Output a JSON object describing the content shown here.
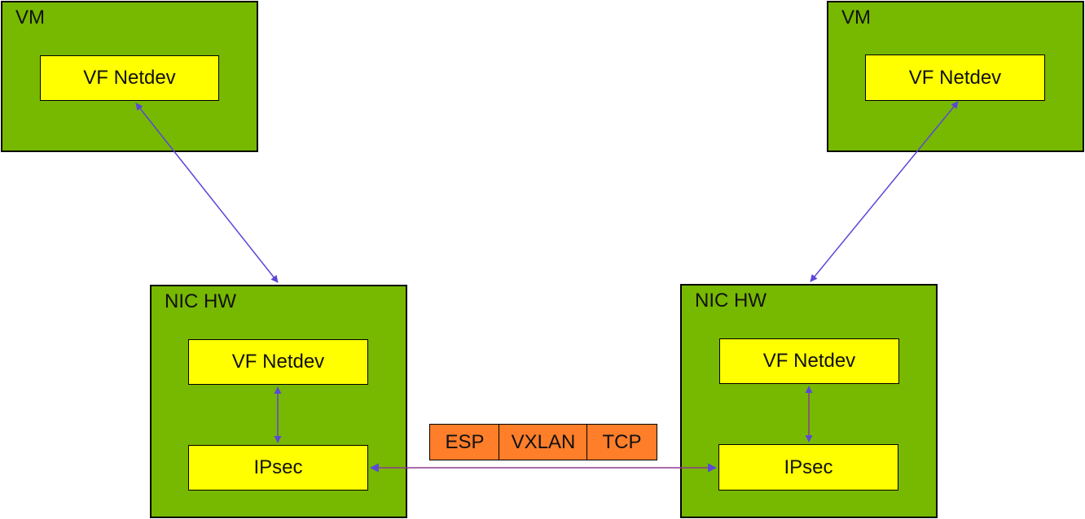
{
  "vm_left": {
    "label": "VM",
    "netdev": "VF Netdev"
  },
  "vm_right": {
    "label": "VM",
    "netdev": "VF Netdev"
  },
  "nic_left": {
    "label": "NIC HW",
    "netdev": "VF Netdev",
    "ipsec": "IPsec"
  },
  "nic_right": {
    "label": "NIC HW",
    "netdev": "VF Netdev",
    "ipsec": "IPsec"
  },
  "packet": {
    "segments": [
      "ESP",
      "VXLAN",
      "TCP"
    ]
  },
  "colors": {
    "container": "#77b800",
    "component": "#ffff00",
    "packet": "#ff7e2a",
    "arrow_blue": "#5b48d6",
    "arrow_purple": "#8e3a8e"
  }
}
